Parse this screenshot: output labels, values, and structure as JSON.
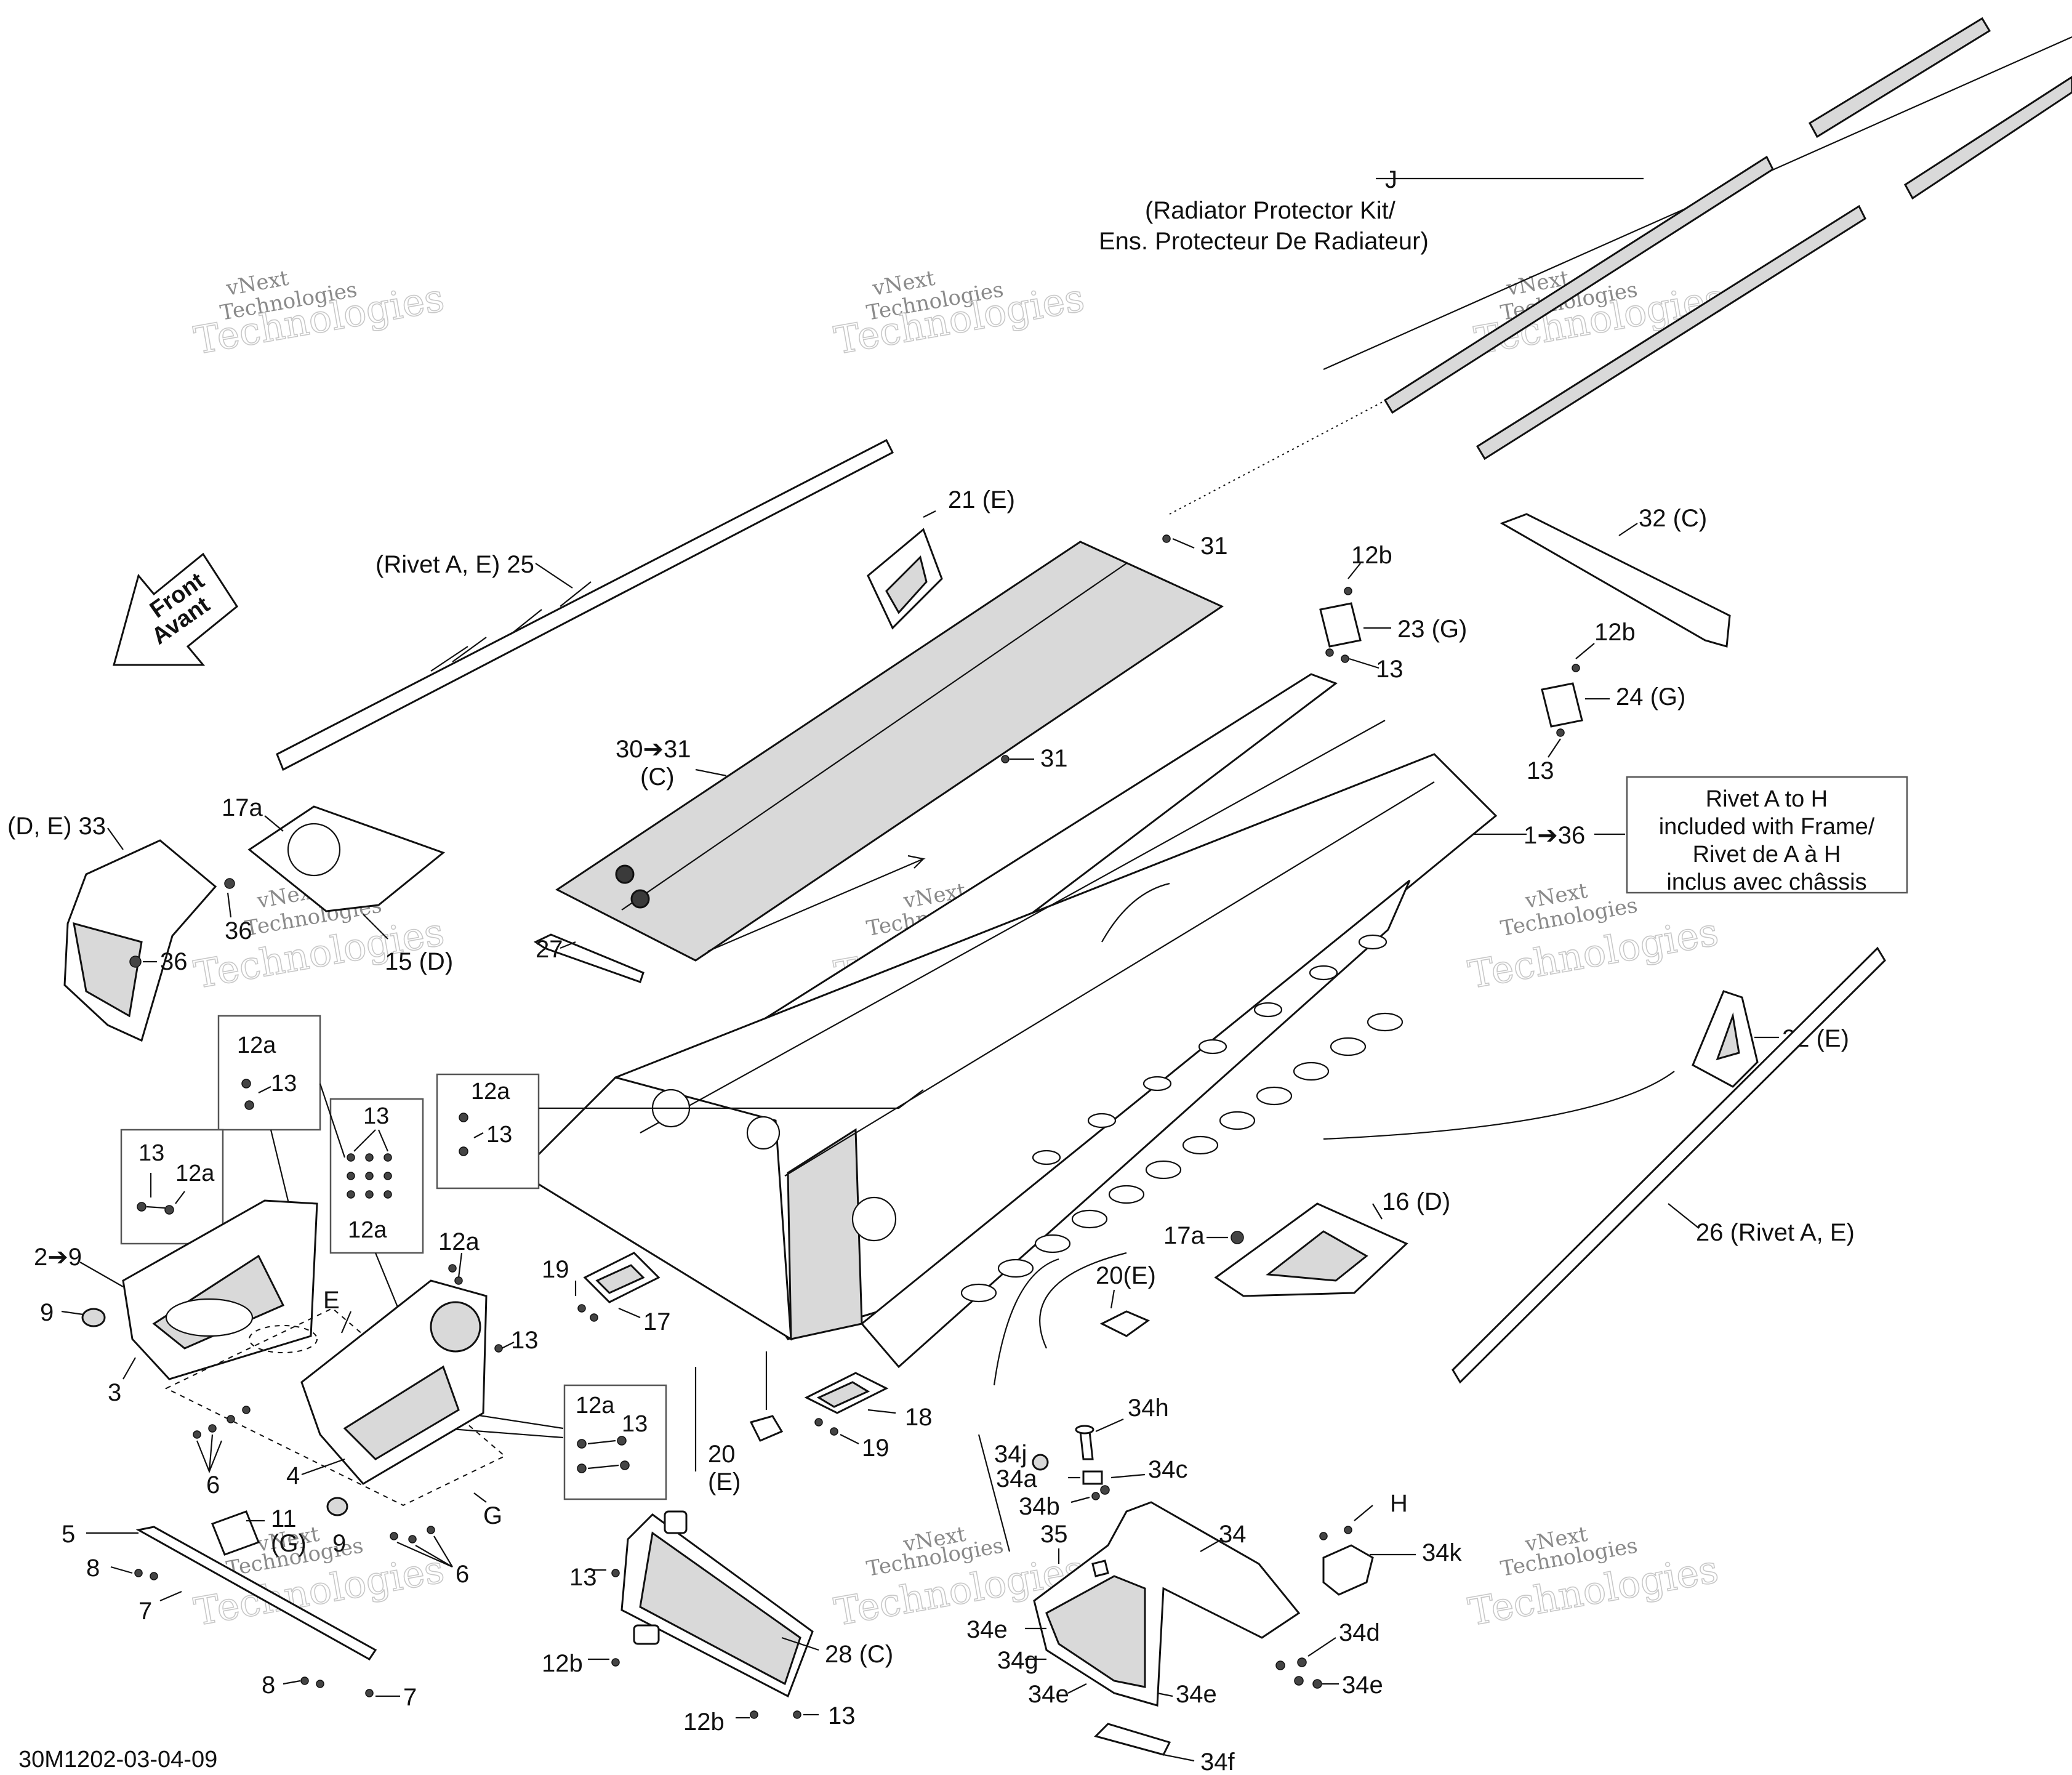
{
  "diagram": {
    "code": "30M1202-03-04-09",
    "arrow": {
      "line1": "Front",
      "line2": "Avant"
    },
    "watermark": {
      "line1": "vNext",
      "line2": "Technologies",
      "big": "Technologies"
    },
    "kit": {
      "letter": "J",
      "line1": "(Radiator Protector Kit/",
      "line2": "Ens. Protecteur De Radiateur)"
    },
    "rivet_note": {
      "line1": "Rivet A to H",
      "line2": "included with Frame/",
      "line3": "Rivet de A à H",
      "line4": "inclus avec châssis"
    },
    "callouts": {
      "c21e": "21 (E)",
      "c31a": "31",
      "c31b": "31",
      "c12b_a": "12b",
      "c12b_b": "12b",
      "c23g": "23 (G)",
      "c13_a": "13",
      "c24g": "24 (G)",
      "c13_b": "13",
      "c32c": "32 (C)",
      "c25": "(Rivet A, E) 25",
      "c30": "30➔31",
      "c30c": "(C)",
      "c1_36": "1➔36",
      "c33": "(D, E) 33",
      "c17a_a": "17a",
      "c36_a": "36",
      "c36_b": "36",
      "c15d": "15 (D)",
      "c27": "27",
      "c22e": "22 (E)",
      "c12a_a": "12a",
      "c13_c": "13",
      "c12a_b": "12a",
      "c13_d": "13",
      "c13_e": "13",
      "c12a_c": "12a",
      "c13_f": "13",
      "c12a_d": "12a",
      "c12a_e": "12a",
      "c13_g": "13",
      "c12a_f": "12a",
      "c13_h": "13",
      "c2_9": "2➔9",
      "c9_a": "9",
      "c3": "3",
      "cE": "E",
      "c4": "4",
      "c9_b": "9",
      "c6_a": "6",
      "c6_b": "6",
      "cG": "G",
      "c5": "5",
      "c11": "11",
      "c11g": "(G)",
      "c8_a": "8",
      "c7_a": "7",
      "c8_b": "8",
      "c7_b": "7",
      "c19_a": "19",
      "c17": "17",
      "c20": "20",
      "c20e": "(E)",
      "c18": "18",
      "c19_b": "19",
      "c17a_b": "17a",
      "c16d": "16 (D)",
      "c20e_b": "20(E)",
      "c26": "26  (Rivet A, E)",
      "c13_i": "13",
      "c12b_c": "12b",
      "c12b_d": "12b",
      "c13_j": "13",
      "c28c": "28 (C)",
      "c34h": "34h",
      "c34j": "34j",
      "c34a": "34a",
      "c34c": "34c",
      "c34b": "34b",
      "c35": "35",
      "c34": "34",
      "cH": "H",
      "c34k": "34k",
      "c34e_a": "34e",
      "c34g": "34g",
      "c34d": "34d",
      "c34e_b": "34e",
      "c34e_c": "34e",
      "c34e_d": "34e",
      "c34f": "34f"
    }
  }
}
